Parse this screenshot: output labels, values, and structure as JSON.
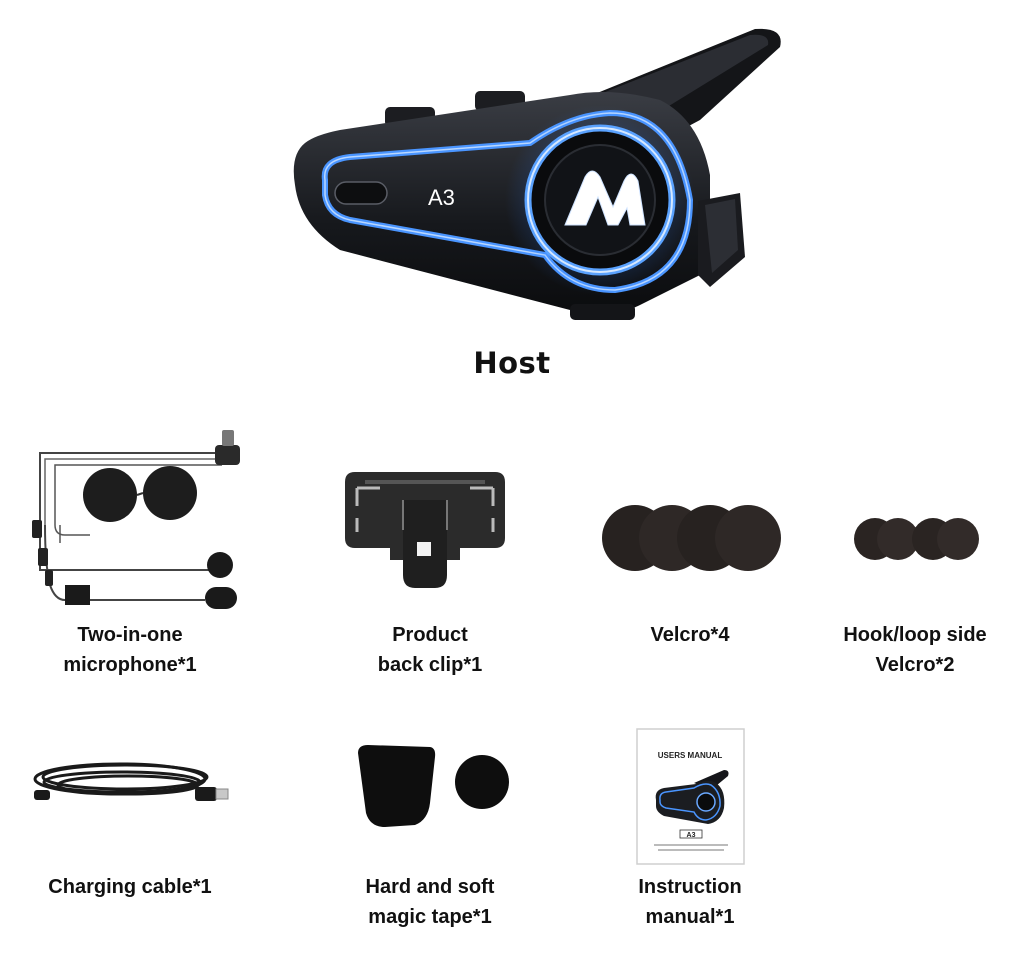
{
  "host": {
    "title": "Host",
    "device_label": "A3",
    "logo_icon": "m-logo-icon",
    "glow_color": "#3d8bff"
  },
  "items": [
    {
      "line1": "Two-in-one",
      "line2": "microphone*1",
      "icon": "microphone-set-icon"
    },
    {
      "line1": "Product",
      "line2": "back clip*1",
      "icon": "back-clip-icon"
    },
    {
      "line1": "Velcro*4",
      "line2": "",
      "icon": "velcro-pads-icon"
    },
    {
      "line1": "Hook/loop side",
      "line2": "Velcro*2",
      "icon": "hook-loop-velcro-icon"
    },
    {
      "line1": "Charging cable*1",
      "line2": "",
      "icon": "usb-cable-icon"
    },
    {
      "line1": "Hard and soft",
      "line2": "magic tape*1",
      "icon": "magic-tape-icon"
    },
    {
      "line1": "Instruction",
      "line2": "manual*1",
      "icon": "manual-icon"
    }
  ],
  "manual": {
    "header": "USERS MANUAL",
    "model": "A3"
  }
}
